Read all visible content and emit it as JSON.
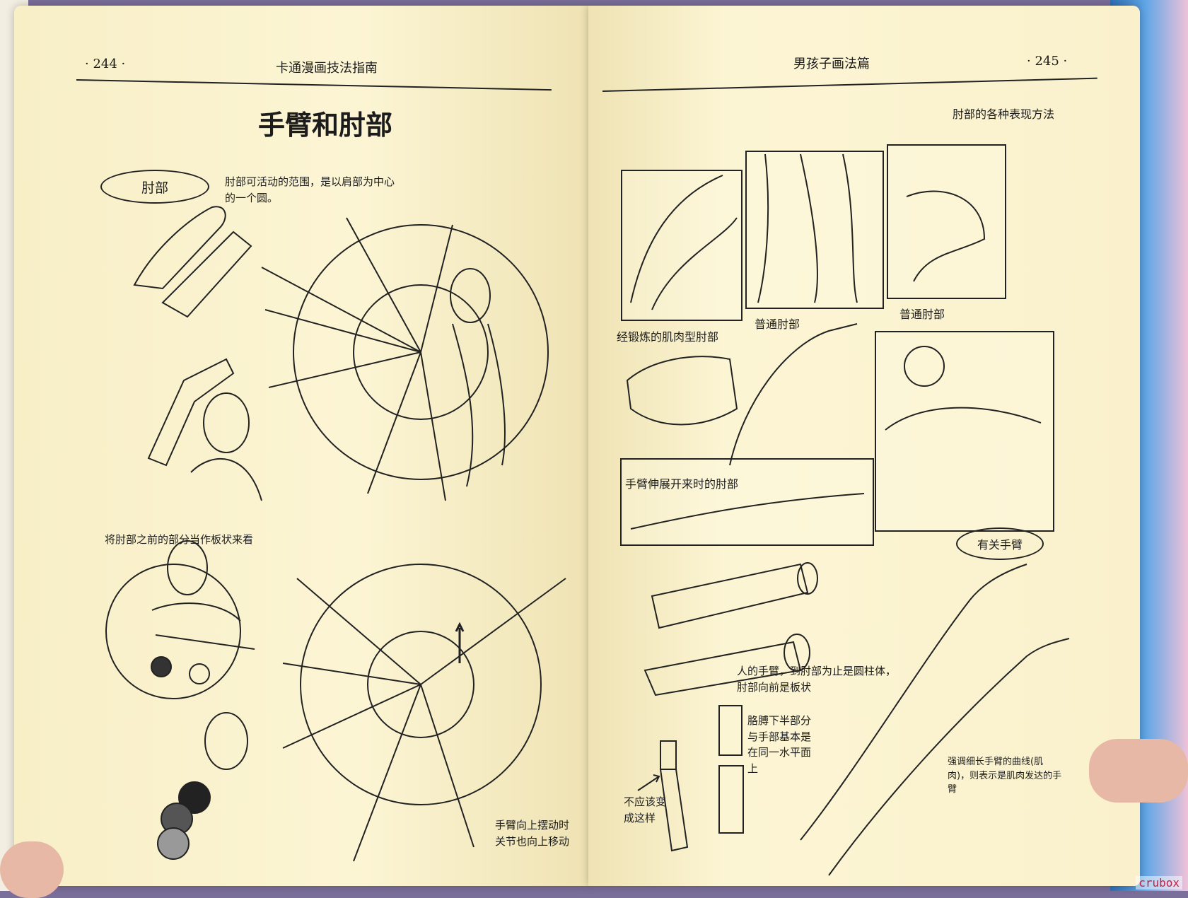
{
  "left_page": {
    "page_number": "· 244 ·",
    "running_title": "卡通漫画技法指南",
    "heading": "手臂和肘部",
    "oval_label": "肘部",
    "intro_caption": "肘部可活动的范围，是以肩部为中心的一个圆。",
    "board_caption": "将肘部之前的部分当作板状来看",
    "swing_caption": "手臂向上摆动时关节也向上移动"
  },
  "right_page": {
    "page_number": "· 245 ·",
    "running_title": "男孩子画法篇",
    "section_heading": "肘部的各种表现方法",
    "panel_labels": {
      "trained": "经锻炼的肌肉型肘部",
      "normal_1": "普通肘部",
      "normal_2": "普通肘部",
      "extended": "手臂伸展开来时的肘部"
    },
    "oval_label": "有关手臂",
    "cylinder_caption": "人的手臂，到肘部为止是圆柱体，肘部向前是板状",
    "forearm_caption": "胳膊下半部分与手部基本是在同一水平面上",
    "wrong_caption": "不应该变成这样",
    "curve_caption": "强调细长手臂的曲线(肌肉)，则表示是肌肉发达的手臂"
  },
  "watermark": "crubox",
  "colors": {
    "paper": "#fbf3cf",
    "ink": "#1c1c1c",
    "cover_blue": "#2e6fb5",
    "watermark": "#c02046"
  }
}
